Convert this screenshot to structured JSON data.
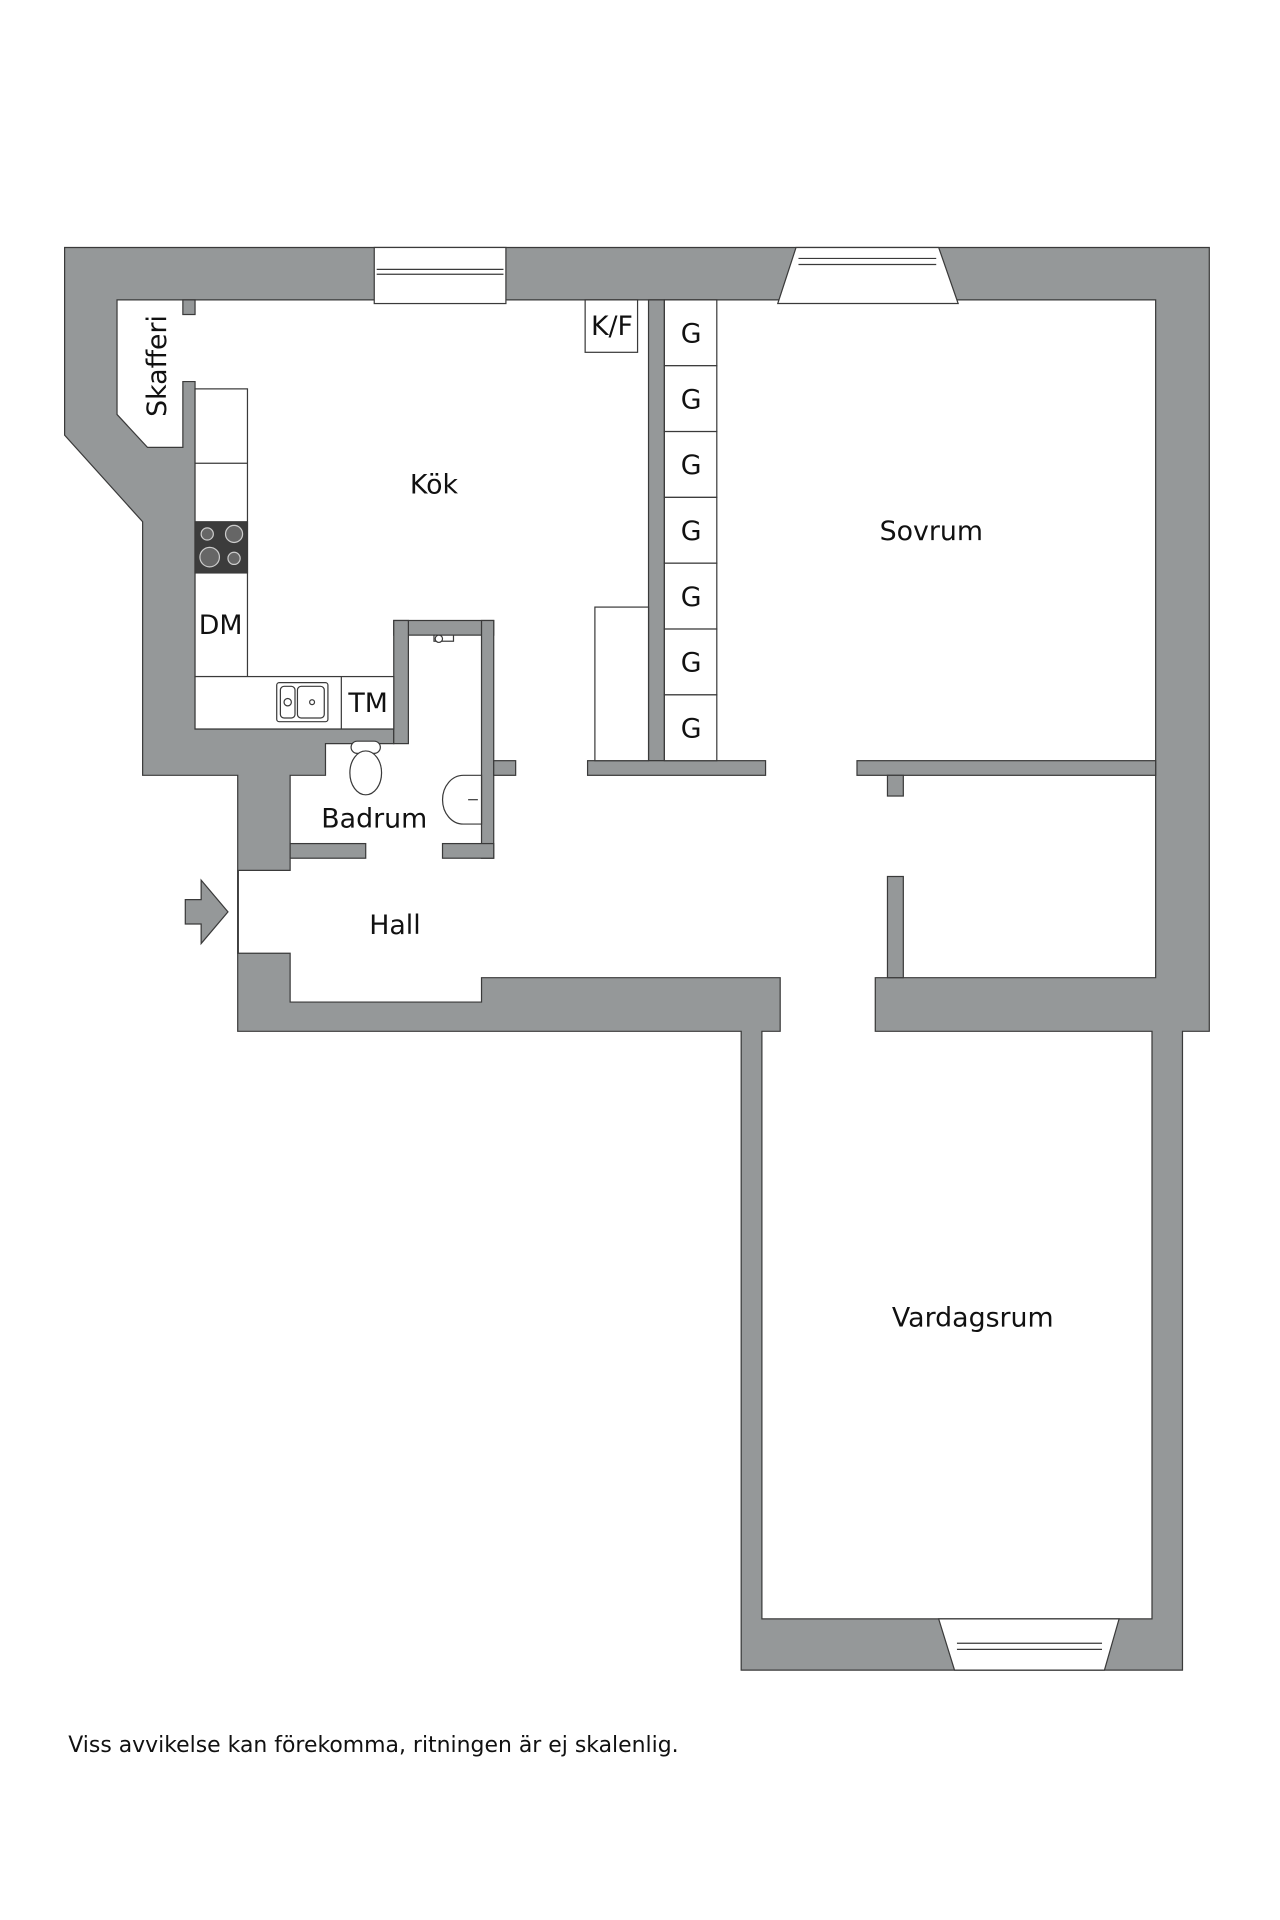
{
  "colors": {
    "wall": "#959899",
    "outline": "#3a3a3a",
    "stove": "#3c3c3c",
    "background": "#ffffff"
  },
  "rooms": {
    "skafferi": "Skafferi",
    "kok": "Kök",
    "sovrum": "Sovrum",
    "badrum": "Badrum",
    "hall": "Hall",
    "vardagsrum": "Vardagsrum"
  },
  "fixtures": {
    "fridge_freezer": "K/F",
    "dishwasher": "DM",
    "washing_machine": "TM",
    "wardrobes": [
      "G",
      "G",
      "G",
      "G",
      "G",
      "G",
      "G"
    ]
  },
  "entrance_icon": "arrow-right-icon",
  "footer": "Viss avvikelse kan förekomma, ritningen är ej skalenlig."
}
